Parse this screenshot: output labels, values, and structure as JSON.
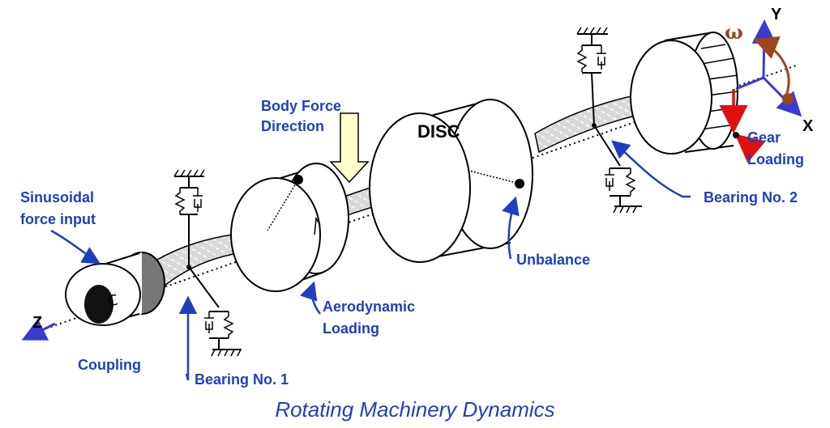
{
  "labels": {
    "body_force_1": "Body Force",
    "body_force_2": "Direction",
    "disc": "DISC",
    "gear_1": "Gear",
    "gear_2": "Loading",
    "bearing_2": "Bearing No. 2",
    "sinusoidal_1": "Sinusoidal",
    "sinusoidal_2": "force input",
    "unbalance": "Unbalance",
    "aero_1": "Aerodynamic",
    "aero_2": "Loading",
    "coupling": "Coupling",
    "bearing_1": "Bearing No. 1",
    "axis_z": "Z",
    "axis_y": "Y",
    "axis_x": "X",
    "omega": "ω"
  },
  "caption": "Rotating Machinery Dynamics",
  "colors": {
    "label_blue": "#1f3fbf",
    "axis_blue": "#3a3ad0",
    "omega_brown": "#a0441b",
    "gear_red": "#e01010",
    "arrow_yellow": "#ffffcc"
  }
}
